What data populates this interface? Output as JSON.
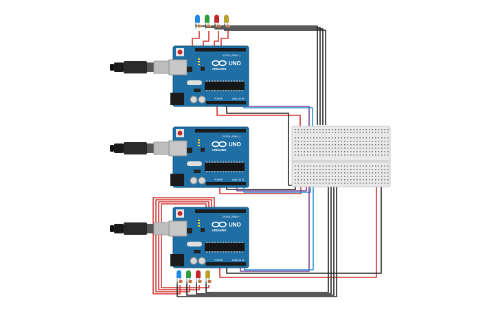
{
  "boards": [
    {
      "brand": "ARDUINO",
      "model": "UNO"
    },
    {
      "brand": "ARDUINO",
      "model": "UNO"
    },
    {
      "brand": "ARDUINO",
      "model": "UNO"
    }
  ],
  "headers": {
    "digital": "DIGITAL (PWM ~)",
    "power": "POWER",
    "analog": "ANALOG IN"
  },
  "led_colors": [
    "#1e88e5",
    "#2e9d3a",
    "#c0282e",
    "#b8a22a"
  ],
  "wire_colors": {
    "red": "#d0312d",
    "black": "#222222",
    "blue": "#2a8fd0",
    "purple": "#7b3f98"
  },
  "board_color": "#1f6fa5"
}
